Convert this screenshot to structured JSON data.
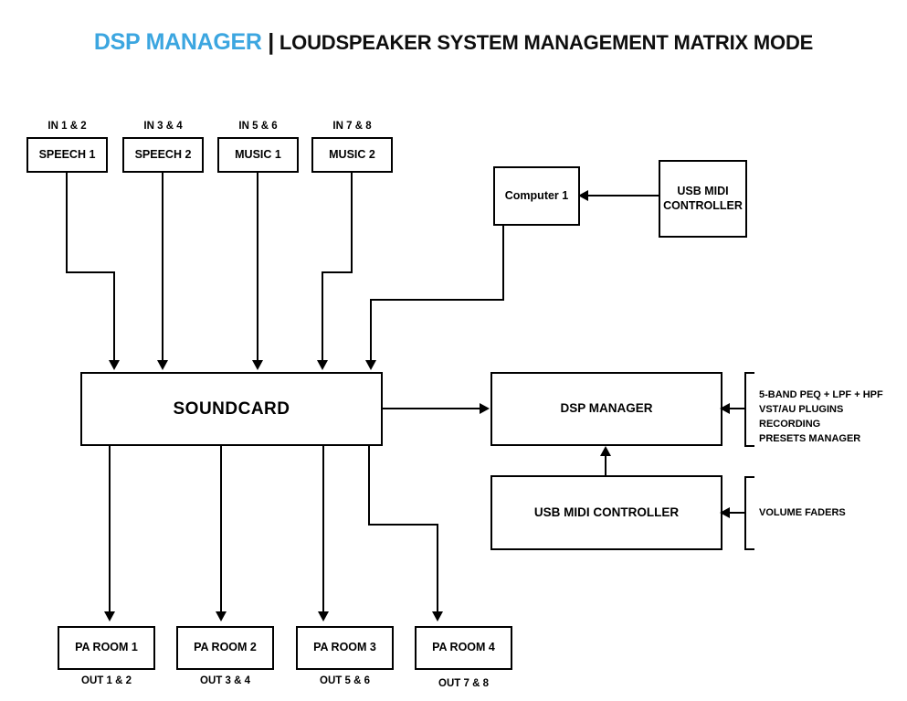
{
  "title": {
    "brand": "DSP MANAGER",
    "separator": "|",
    "rest": "LOUDSPEAKER SYSTEM MANAGEMENT MATRIX MODE",
    "brand_color": "#3ca6e0",
    "text_color": "#000000"
  },
  "inputs": [
    {
      "channel": "IN 1 & 2",
      "label": "SPEECH 1"
    },
    {
      "channel": "IN 3 & 4",
      "label": "SPEECH 2"
    },
    {
      "channel": "IN 5 & 6",
      "label": "MUSIC 1"
    },
    {
      "channel": "IN 7 & 8",
      "label": "MUSIC 2"
    }
  ],
  "outputs": [
    {
      "label": "PA ROOM 1",
      "channel": "OUT 1 & 2"
    },
    {
      "label": "PA ROOM 2",
      "channel": "OUT 3 & 4"
    },
    {
      "label": "PA ROOM 3",
      "channel": "OUT 5 & 6"
    },
    {
      "label": "PA ROOM 4",
      "channel": "OUT 7 & 8"
    }
  ],
  "nodes": {
    "computer": "Computer 1",
    "usb_midi_top_line1": "USB MIDI",
    "usb_midi_top_line2": "CONTROLLER",
    "soundcard": "SOUNDCARD",
    "dsp_manager": "DSP MANAGER",
    "usb_midi_controller": "USB MIDI CONTROLLER"
  },
  "annotations": {
    "dsp_features": [
      "5-BAND PEQ + LPF + HPF",
      "VST/AU PLUGINS",
      "RECORDING",
      "PRESETS MANAGER"
    ],
    "midi_features": [
      "VOLUME FADERS"
    ]
  }
}
